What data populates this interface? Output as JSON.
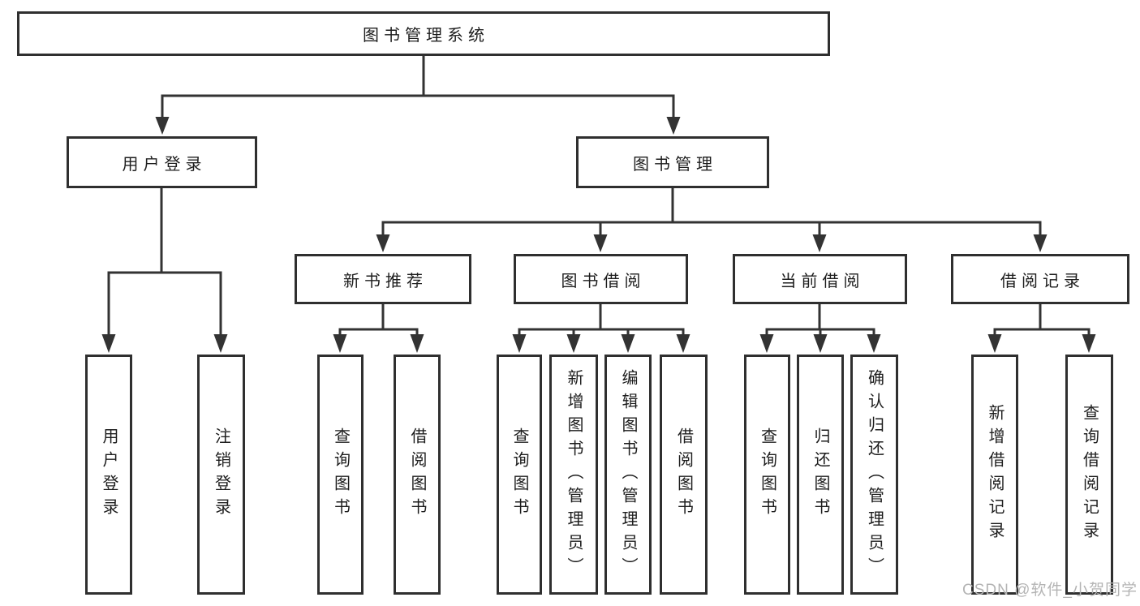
{
  "nodes": {
    "root": {
      "label": "图书管理系统"
    },
    "user_login": {
      "label": "用户登录"
    },
    "book_management": {
      "label": "图书管理"
    },
    "new_book_recommend": {
      "label": "新书推荐"
    },
    "book_borrowing": {
      "label": "图书借阅"
    },
    "current_borrowing": {
      "label": "当前借阅"
    },
    "borrowing_records": {
      "label": "借阅记录"
    },
    "user_login_leaf": {
      "label": "用户登录"
    },
    "logout_leaf": {
      "label": "注销登录"
    },
    "nb_query_books": {
      "label": "查询图书"
    },
    "nb_borrow_books": {
      "label": "借阅图书"
    },
    "bb_query_books": {
      "label": "查询图书"
    },
    "bb_add_books": {
      "label": "新增图书（管理员）"
    },
    "bb_edit_books": {
      "label": "编辑图书（管理员）"
    },
    "bb_borrow_books": {
      "label": "借阅图书"
    },
    "cb_query_books": {
      "label": "查询图书"
    },
    "cb_return_books": {
      "label": "归还图书"
    },
    "cb_confirm_return": {
      "label": "确认归还（管理员）"
    },
    "br_add_record": {
      "label": "新增借阅记录"
    },
    "br_query_record": {
      "label": "查询借阅记录"
    }
  },
  "watermark": {
    "text": "CSDN @软件_小贺同学"
  },
  "colors": {
    "line": "#333333",
    "box_border": "#2f2f2f",
    "text": "#1d1d1d",
    "watermark": "#b4b4b4",
    "background": "#ffffff"
  }
}
